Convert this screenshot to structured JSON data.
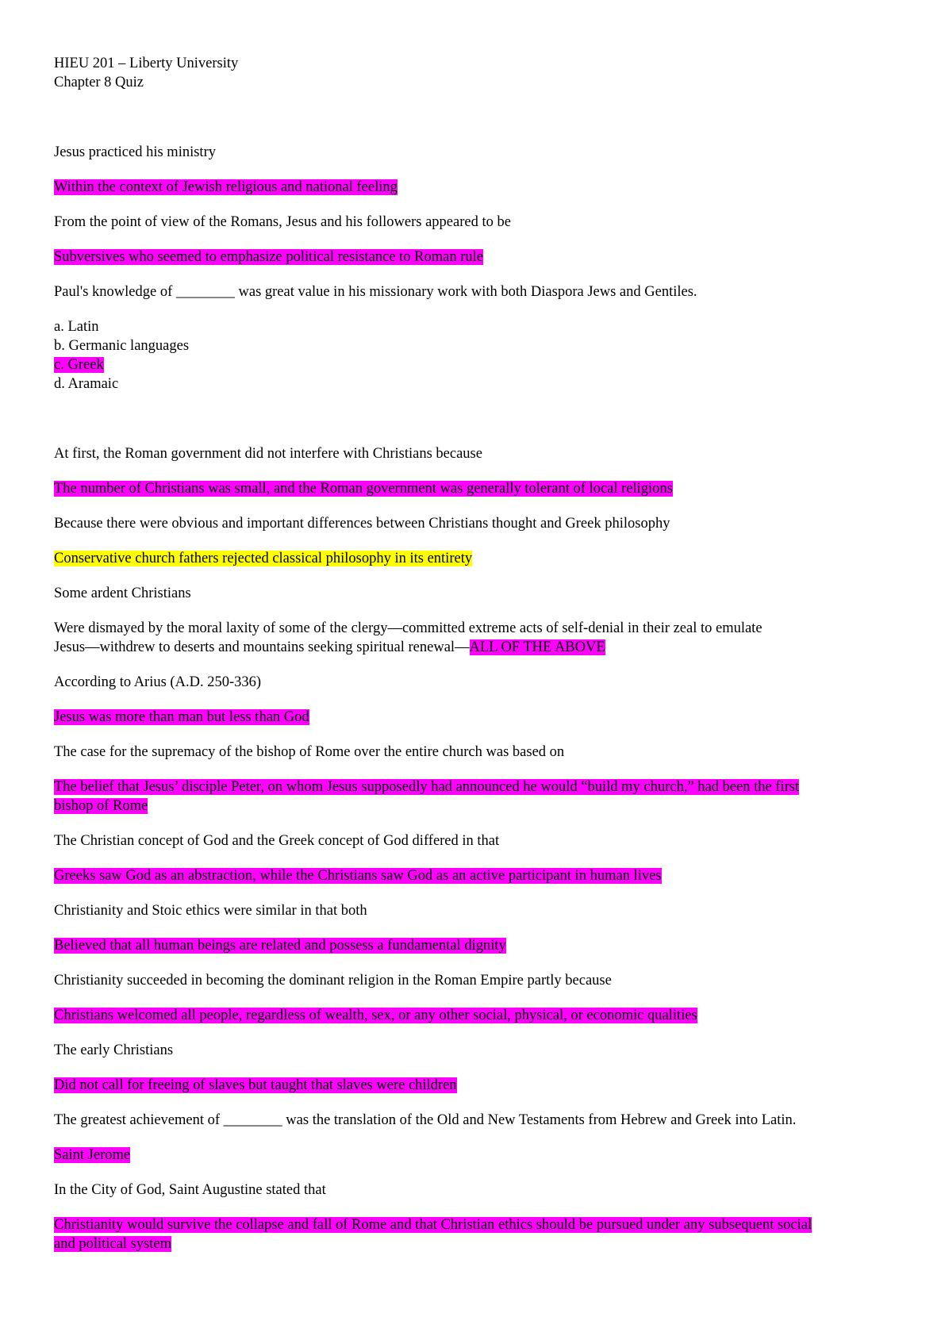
{
  "header": {
    "line1": "HIEU 201 – Liberty University",
    "line2": "Chapter 8 Quiz"
  },
  "q1": {
    "question": "Jesus practiced his ministry",
    "answer": "Within the context of Jewish religious and national feeling"
  },
  "q2": {
    "question": "From the point of view of the Romans, Jesus and his followers appeared to be",
    "answer": "Subversives who seemed to emphasize political resistance to Roman rule"
  },
  "q3": {
    "question": "Paul's knowledge of ________ was great value in his missionary work with both Diaspora Jews and Gentiles.",
    "options": [
      "a. Latin",
      "b. Germanic languages",
      "c. Greek",
      "d. Aramaic"
    ]
  },
  "q4": {
    "question": "At first, the Roman government did not interfere with Christians because",
    "answer": "The number of Christians was small, and the Roman government was generally tolerant of local religions"
  },
  "q5": {
    "question": "Because there were obvious and important differences between Christians thought and Greek philosophy",
    "answer": "Conservative church fathers rejected classical philosophy in its entirety"
  },
  "q6": {
    "question": "Some ardent Christians",
    "answer_line1": "Were dismayed by the moral laxity of some of the clergy—committed extreme acts of self-denial in their zeal to emulate",
    "answer_line2": "Jesus—withdrew to deserts and mountains seeking spiritual renewal—",
    "answer_highlight": "ALL OF THE ABOVE"
  },
  "q7": {
    "question": "According to Arius (A.D. 250-336)",
    "answer": "Jesus was more than man but less than God"
  },
  "q8": {
    "question": "The case for the supremacy of the bishop of Rome over the entire church was based on",
    "answer_line1": "The belief that Jesus’ disciple Peter, on whom Jesus supposedly had announced he would “build my church,” had been the first",
    "answer_line2": "bishop of Rome"
  },
  "q9": {
    "question": "The Christian concept of God and the Greek concept of God differed in that",
    "answer": "Greeks saw God as an abstraction, while the Christians saw God as an active participant in human lives"
  },
  "q10": {
    "question": "Christianity and Stoic ethics were similar in that both",
    "answer": "Believed that all human beings are related and possess a fundamental dignity"
  },
  "q11": {
    "question": "Christianity succeeded in becoming the dominant religion in the Roman Empire partly because",
    "answer": "Christians welcomed all people, regardless of wealth, sex, or any other social, physical, or economic qualities"
  },
  "q12": {
    "question": "The early Christians",
    "answer": "Did not call for freeing of slaves but taught that slaves were children"
  },
  "q13": {
    "question": "The greatest achievement of ________ was the translation of the Old and New Testaments from Hebrew and Greek into Latin.",
    "answer": "Saint Jerome"
  },
  "q14": {
    "question": "In the City of God, Saint Augustine stated that",
    "answer_line1": "Christianity would survive the collapse and fall of Rome and that Christian ethics should be pursued under any subsequent social",
    "answer_line2": "and political system"
  },
  "colors": {
    "highlight_magenta": "#ff00ff",
    "highlight_yellow": "#ffff00",
    "text": "#000000"
  }
}
